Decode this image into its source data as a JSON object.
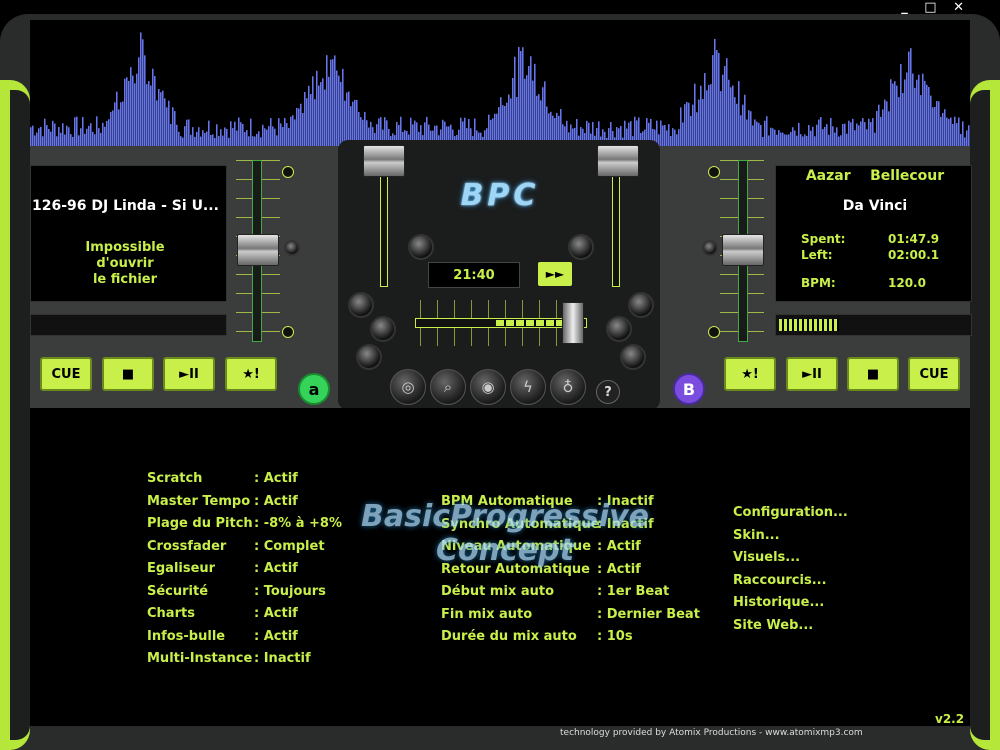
{
  "window": {
    "minimize": "_",
    "restore": "□",
    "close": "✕"
  },
  "colors": {
    "accent": "#c8ef4a",
    "waveform_start": "#2aa9e8",
    "waveform_end": "#8a4de0",
    "deck_a": "#35d35a",
    "deck_b": "#7b4dde"
  },
  "deck_a": {
    "title": "126-96 DJ Linda - Si U...",
    "message": [
      "Impossible",
      "d'ouvrir",
      "le fichier"
    ],
    "badge": "a",
    "buttons": {
      "cue": "CUE",
      "stop": "■",
      "play": "►II",
      "star": "★!"
    }
  },
  "deck_b": {
    "artist_first": "Aazar",
    "artist_second": "Bellecour",
    "title": "Da Vinci",
    "spent_label": "Spent:",
    "spent": "01:47.9",
    "left_label": "Left:",
    "left": "02:00.1",
    "bpm_label": "BPM:",
    "bpm": "120.0",
    "badge": "B",
    "buttons": {
      "cue": "CUE",
      "stop": "■",
      "play": "►II",
      "star": "★!"
    }
  },
  "center": {
    "logo": "BPC",
    "clock": "21:40",
    "ff": "►►",
    "help": "?",
    "icons": [
      "disc-icon",
      "search-icon",
      "broadcast-icon",
      "lightning-icon",
      "microphone-icon"
    ]
  },
  "settings_left": [
    {
      "label": "Scratch",
      "value": ": Actif"
    },
    {
      "label": "Master Tempo",
      "value": ": Actif"
    },
    {
      "label": "Plage du Pitch",
      "value": ": -8% à +8%"
    },
    {
      "label": "Crossfader",
      "value": ": Complet"
    },
    {
      "label": "Egaliseur",
      "value": ": Actif"
    },
    {
      "label": "Sécurité",
      "value": ": Toujours"
    },
    {
      "label": "Charts",
      "value": ": Actif"
    },
    {
      "label": "Infos-bulle",
      "value": ": Actif"
    },
    {
      "label": "Multi-Instance",
      "value": ": Inactif"
    }
  ],
  "settings_right": [
    {
      "label": "BPM Automatique",
      "value": ": Inactif"
    },
    {
      "label": "Synchro Automatique",
      "value": ": Inactif"
    },
    {
      "label": "Niveau Automatique",
      "value": ": Actif"
    },
    {
      "label": "Retour Automatique",
      "value": ": Actif"
    },
    {
      "label": "Début mix auto",
      "value": ": 1er Beat"
    },
    {
      "label": "Fin mix auto",
      "value": ": Dernier Beat"
    },
    {
      "label": "Durée du mix auto",
      "value": ": 10s"
    }
  ],
  "links": [
    "Configuration...",
    "Skin...",
    "Visuels...",
    "Raccourcis...",
    "Historique...",
    "Site Web..."
  ],
  "watermark": [
    "BasicProgressive",
    "Concept"
  ],
  "footer": "technology provided by Atomix Productions - www.atomixmp3.com",
  "version": "v2.2"
}
